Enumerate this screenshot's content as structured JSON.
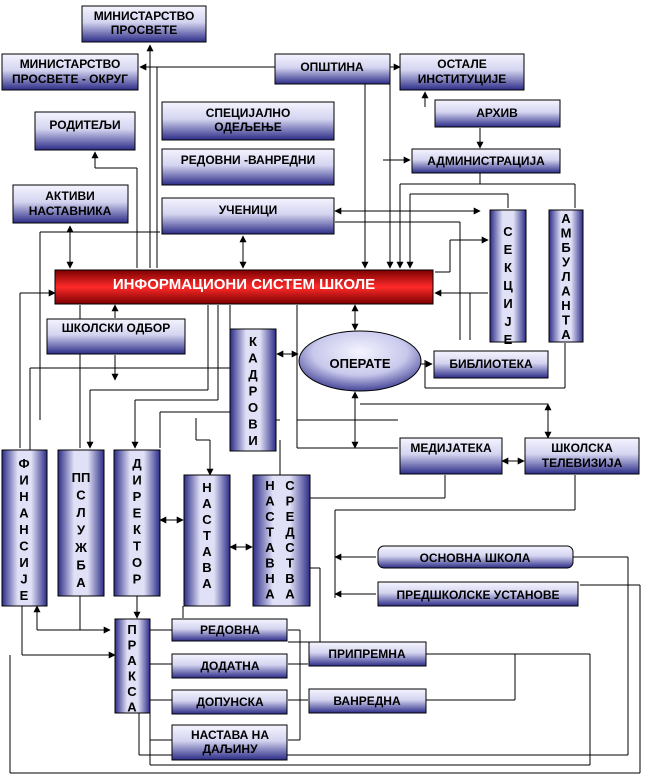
{
  "colors": {
    "box_top": "#f4f4ff",
    "box_bottom": "#2c2c88",
    "main_light": "#ff2a2a",
    "main_dark": "#7a0000",
    "ellipse_top": "#f4f4ff",
    "ellipse_bottom": "#2c2c88",
    "line": "#000000"
  },
  "nodes": {
    "ministarstvo": [
      "МИНИСТАРСТВО",
      "ПРОСВЕТЕ"
    ],
    "ministarstvo_okrug": [
      "МИНИСТАРСТВО",
      "ПРОСВЕТЕ - ОКРУГ"
    ],
    "opstina": [
      "ОПШТИНА"
    ],
    "ostale": [
      "ОСТАЛЕ",
      "ИНСТИТУЦИЈЕ"
    ],
    "arhiv": [
      "АРХИВ"
    ],
    "roditelji": [
      "РОДИТЕЉИ"
    ],
    "specijalno": [
      "СПЕЦИЈАЛНО",
      "ОДЕЉЕЊЕ"
    ],
    "redovni_vanredni": [
      "РЕДОВНИ -ВАНРЕДНИ"
    ],
    "administracija": [
      "АДМИНИСТРАЦИЈА"
    ],
    "aktivi": [
      "АКТИВИ",
      "НАСТАВНИКА"
    ],
    "ucenici": [
      "УЧЕНИЦИ"
    ],
    "sekcije": "СЕКЦИЈЕ",
    "ambulanta": "АМБУЛАНТА",
    "main": "ИНФОРМАЦИОНИ СИСТЕМ ШКОЛЕ",
    "skolski_odbor": [
      "ШКОЛСКИ ОДБОР"
    ],
    "kadrovi": "КАДРОВИ",
    "operate": "ОПЕРАТЕ",
    "biblioteka": [
      "БИБЛИОТЕКА"
    ],
    "medijateka": [
      "МЕДИЈАТЕКА"
    ],
    "skolska_tv": [
      "ШКОЛСКА",
      "ТЕЛЕВИЗИЈА"
    ],
    "finansije": "ФИНАНСИЈЕ",
    "pp_sluzba": [
      "ПП",
      "С",
      "Л",
      "У",
      "Ж",
      "Б",
      "А"
    ],
    "direktor": "ДИРЕКТОР",
    "nastava": "НАСТАВА",
    "nastavna_sredstva": [
      "НАСТАВНА",
      "СРЕДСТВА"
    ],
    "osnovna_skola": [
      "ОСНОВНА ШКОЛА"
    ],
    "predskolske": [
      "ПРЕДШКОЛСКЕ УСТАНОВЕ"
    ],
    "praksa": "ПРАКСА",
    "redovna": [
      "РЕДОВНА"
    ],
    "dodatna": [
      "ДОДАТНА"
    ],
    "dopunska": [
      "ДОПУНСКА"
    ],
    "nastava_daljinu": [
      "НАСТАВА НА",
      "ДАЉИНУ"
    ],
    "pripremna": [
      "ПРИПРЕМНА"
    ],
    "vanredna": [
      "ВАНРЕДНА"
    ]
  }
}
